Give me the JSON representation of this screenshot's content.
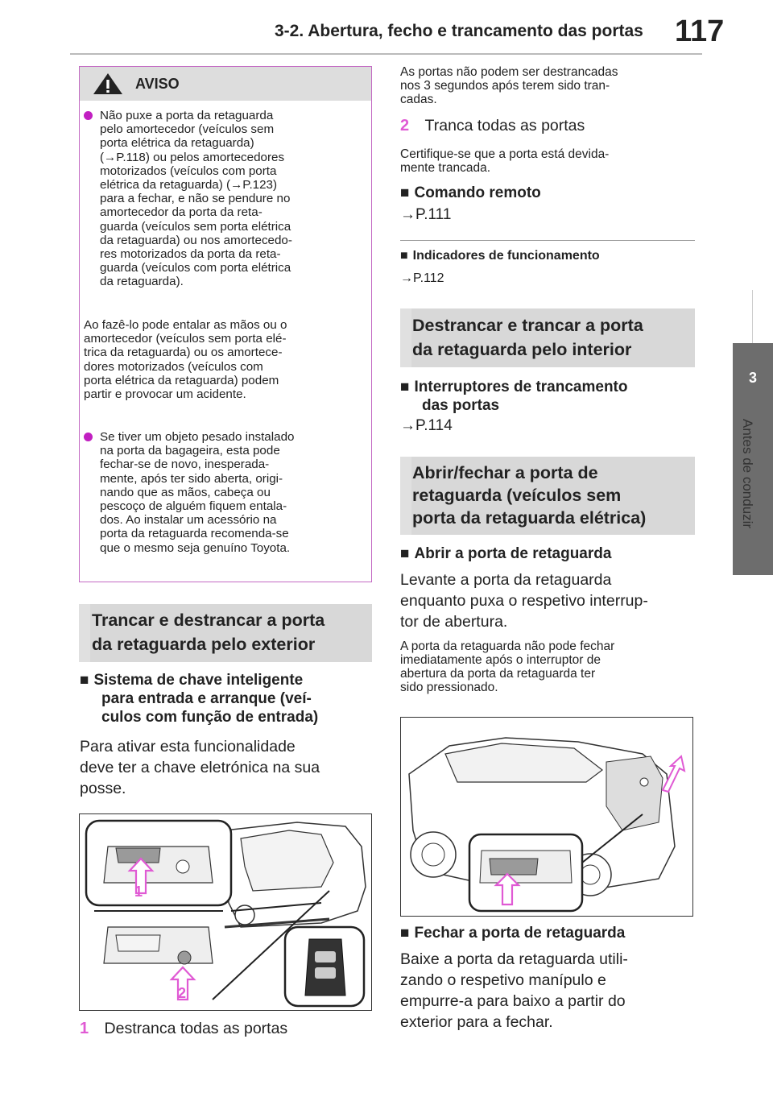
{
  "header": {
    "title": "3-2. Abertura, fecho e trancamento das portas",
    "page": "117"
  },
  "side": {
    "chapter": "3",
    "label": "Antes de conduzir"
  },
  "warning": {
    "title": "AVISO",
    "b1": [
      "Não puxe a porta da retaguarda",
      "pelo amortecedor (veículos sem",
      "porta elétrica da retaguarda)",
      "(→P.118) ou pelos amortecedores",
      "motorizados (veículos com porta",
      "elétrica da retaguarda) (→P.123)",
      "para a fechar, e não se pendure no",
      "amortecedor da porta da reta-",
      "guarda (veículos sem porta elétrica",
      "da retaguarda) ou nos amortecedo-",
      "res motorizados da porta da reta-",
      "guarda (veículos com porta elétrica",
      "da retaguarda)."
    ],
    "p1": [
      "Ao fazê-lo pode entalar as mãos ou o",
      "amortecedor (veículos sem porta elé-",
      "trica da retaguarda) ou os amortece-",
      "dores motorizados (veículos com",
      "porta elétrica da retaguarda) podem",
      "partir e provocar um acidente."
    ],
    "b2": [
      "Se tiver um objeto pesado instalado",
      "na porta da bagageira, esta pode",
      "fechar-se de novo, inesperada-",
      "mente, após ter sido aberta, origi-",
      "nando que as mãos, cabeça ou",
      "pescoço de alguém fiquem entala-",
      "dos. Ao instalar um acessório na",
      "porta da retaguarda recomenda-se",
      "que o mesmo seja genuíno Toyota."
    ]
  },
  "left_section": {
    "title1": "Trancar e destrancar a porta",
    "title2": "da retaguarda pelo exterior",
    "sub": [
      "Sistema de chave inteligente",
      "para entrada e arranque (veí-",
      "culos com função de entrada)"
    ],
    "body": [
      "Para ativar esta funcionalidade",
      "deve ter a chave eletrónica na sua",
      "posse."
    ],
    "fig_labels": [
      "1",
      "2"
    ],
    "step1_num": "1",
    "step1": "Destranca todas as portas"
  },
  "right": {
    "intro": [
      "As portas não podem ser destrancadas",
      "nos 3 segundos após terem sido tran-",
      "cadas."
    ],
    "step2_num": "2",
    "step2": "Tranca todas as portas",
    "step2_note": [
      "Certifique-se que a porta está devida-",
      "mente trancada."
    ],
    "remote_title": "Comando remoto",
    "remote_ref": "→P.111",
    "ind_title": "Indicadores de funcionamento",
    "ind_ref": "→P.112",
    "sec2_title1": "Destrancar e trancar a porta",
    "sec2_title2": "da retaguarda pelo interior",
    "switch_title": [
      "Interruptores de trancamento",
      "das portas"
    ],
    "switch_ref": "→P.114",
    "sec3_title": [
      "Abrir/fechar a porta de",
      "retaguarda (veículos sem",
      "porta da retaguarda elétrica)"
    ],
    "open_title": "Abrir a porta de retaguarda",
    "open_body": [
      "Levante a porta da retaguarda",
      "enquanto puxa o respetivo interrup-",
      "tor de abertura."
    ],
    "open_note": [
      "A porta da retaguarda não pode fechar",
      "imediatamente após o interruptor de",
      "abertura da porta da retaguarda ter",
      "sido pressionado."
    ],
    "close_title": "Fechar a porta de retaguarda",
    "close_body": [
      "Baixe a porta da retaguarda utili-",
      "zando o respetivo manípulo e",
      "empurre-a para baixo a partir do",
      "exterior para a fechar."
    ]
  },
  "colors": {
    "accent": "#e05ad4",
    "warn_border": "#c36ac3",
    "section_bg": "#d8d8d8",
    "tab": "#6d6d6d"
  }
}
